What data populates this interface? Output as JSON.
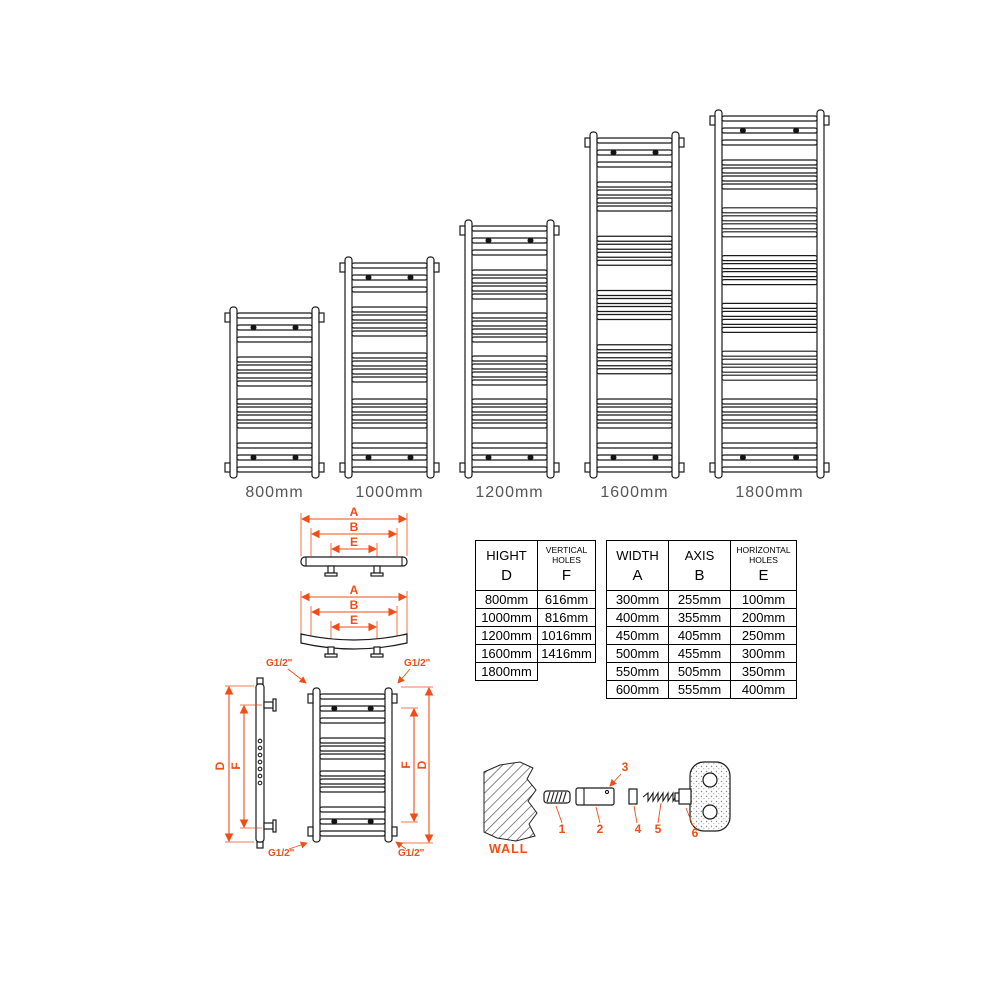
{
  "accent": "#f24d16",
  "radiators": [
    {
      "label": "800mm"
    },
    {
      "label": "1000mm"
    },
    {
      "label": "1200mm"
    },
    {
      "label": "1600mm"
    },
    {
      "label": "1800mm"
    }
  ],
  "dims": {
    "a": "A",
    "b": "B",
    "e": "E",
    "d": "D",
    "f": "F",
    "thread": "G1/2\""
  },
  "tables": {
    "height": {
      "col1_title": "HIGHT",
      "col1_letter": "D",
      "col2_title": "VERTICAL HOLES",
      "col2_letter": "F",
      "rows": [
        [
          "800mm",
          "616mm"
        ],
        [
          "1000mm",
          "816mm"
        ],
        [
          "1200mm",
          "1016mm"
        ],
        [
          "1600mm",
          "1416mm"
        ],
        [
          "1800mm",
          ""
        ]
      ]
    },
    "width": {
      "col1_title": "WIDTH",
      "col1_letter": "A",
      "col2_title": "AXIS",
      "col2_letter": "B",
      "col3_title": "HORİZONTAL HOLES",
      "col3_letter": "E",
      "rows": [
        [
          "300mm",
          "255mm",
          "100mm"
        ],
        [
          "400mm",
          "355mm",
          "200mm"
        ],
        [
          "450mm",
          "405mm",
          "250mm"
        ],
        [
          "500mm",
          "455mm",
          "300mm"
        ],
        [
          "550mm",
          "505mm",
          "350mm"
        ],
        [
          "600mm",
          "555mm",
          "400mm"
        ]
      ]
    }
  },
  "wall": {
    "label": "WALL",
    "parts": [
      "1",
      "2",
      "3",
      "4",
      "5",
      "6"
    ]
  }
}
